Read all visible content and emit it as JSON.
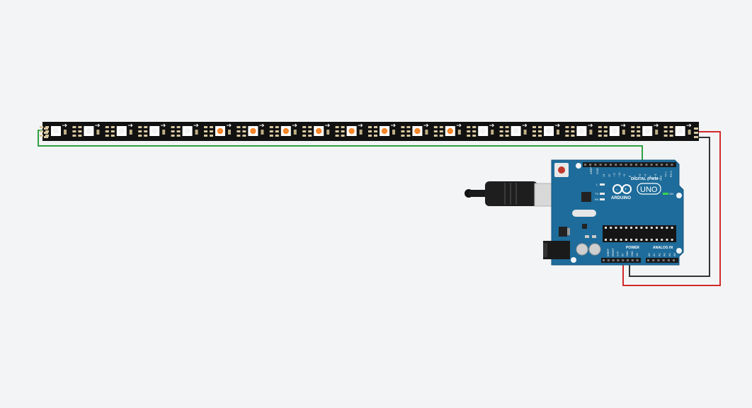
{
  "strip": {
    "led_count": 20,
    "lit_leds": [
      5,
      6,
      7,
      8,
      9,
      10,
      11,
      12
    ],
    "lit_color": "#f4862a",
    "off_color": "#f2f2f2",
    "body_color": "#111111"
  },
  "board": {
    "color": "#1e6c9b",
    "logo_text": "ARDUINO",
    "model_text": "UNO",
    "digital_label": "DIGITAL (PWM~)",
    "power_label": "POWER",
    "analog_label": "ANALOG IN",
    "on_label": "ON",
    "tx_label": "TX",
    "rx_label": "RX",
    "l_label": "L",
    "aref_label": "AREF",
    "gnd_label": "GND",
    "digital_pins": [
      "13",
      "12",
      "~11",
      "~10",
      "~9",
      "8",
      "7",
      "~6",
      "~5",
      "4",
      "~3",
      "2",
      "TX 1",
      "RX 0"
    ],
    "power_pins": [
      "IOREF",
      "RESET",
      "3.3V",
      "5V",
      "GND",
      "GND",
      "Vin"
    ],
    "analog_pins": [
      "A0",
      "A1",
      "A2",
      "A3",
      "A4",
      "A5"
    ]
  },
  "wires": {
    "data_color": "#2ea043",
    "ground_color": "#333333",
    "power_color": "#d12a2a"
  }
}
